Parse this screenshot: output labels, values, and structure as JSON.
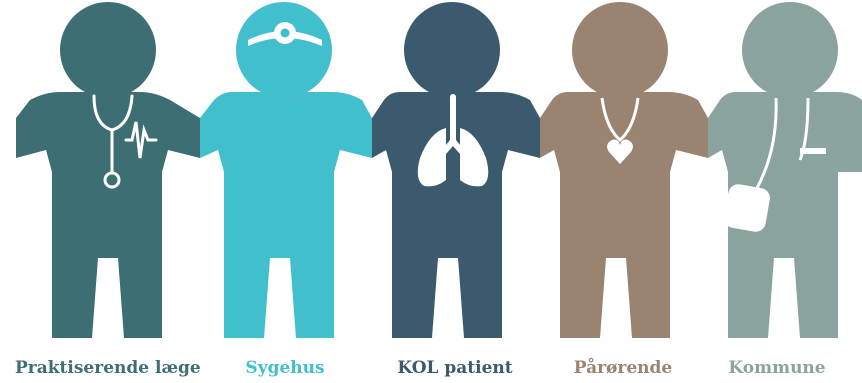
{
  "figures": [
    {
      "label": "Praktiserende læge",
      "color": "#3d6e74",
      "label_color": "#3d6e74",
      "icon": "stethoscope-icon"
    },
    {
      "label": "Sygehus",
      "color": "#42bfcc",
      "label_color": "#42bfcc",
      "icon": "head-mirror-icon"
    },
    {
      "label": "KOL patient",
      "color": "#3b5a6e",
      "label_color": "#3b5a6e",
      "icon": "lungs-icon"
    },
    {
      "label": "Pårørende",
      "color": "#9a8471",
      "label_color": "#9a8471",
      "icon": "heart-necklace-icon"
    },
    {
      "label": "Kommune",
      "color": "#8aa39f",
      "label_color": "#8aa39f",
      "icon": "nurse-bag-icon"
    }
  ]
}
